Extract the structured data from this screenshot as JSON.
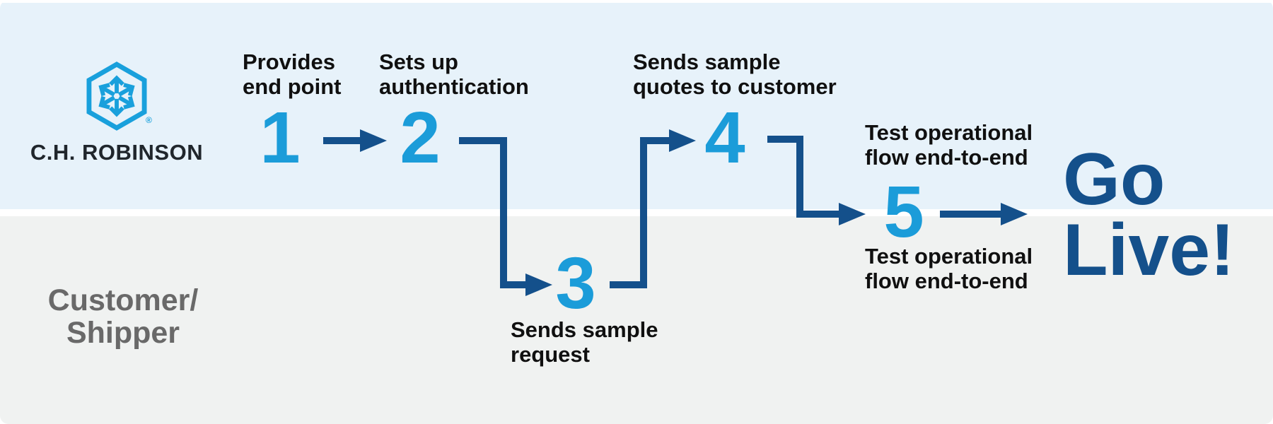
{
  "brand": {
    "name": "C.H. ROBINSON",
    "registered": "®"
  },
  "lanes": {
    "customer": {
      "line1": "Customer/",
      "line2": "Shipper"
    }
  },
  "steps": [
    {
      "number": "1",
      "label_line1": "Provides",
      "label_line2": "end point"
    },
    {
      "number": "2",
      "label_line1": "Sets up",
      "label_line2": "authentication"
    },
    {
      "number": "3",
      "label_line1": "Sends sample",
      "label_line2": "request"
    },
    {
      "number": "4",
      "label_line1": "Sends sample",
      "label_line2": "quotes to customer"
    },
    {
      "number": "5",
      "label_top_line1": "Test operational",
      "label_top_line2": "flow end-to-end",
      "label_bottom_line1": "Test operational",
      "label_bottom_line2": "flow end-to-end"
    }
  ],
  "outcome": {
    "line1": "Go",
    "line2": "Live!"
  },
  "colors": {
    "cyan": "#1b9cd9",
    "navy": "#14508b",
    "band_top": "#e7f2fa",
    "band_bottom": "#f0f2f1",
    "ink": "#101010",
    "gray_label": "#696969",
    "logo_blue": "#19a0dc",
    "logo_ink": "#20262c"
  }
}
